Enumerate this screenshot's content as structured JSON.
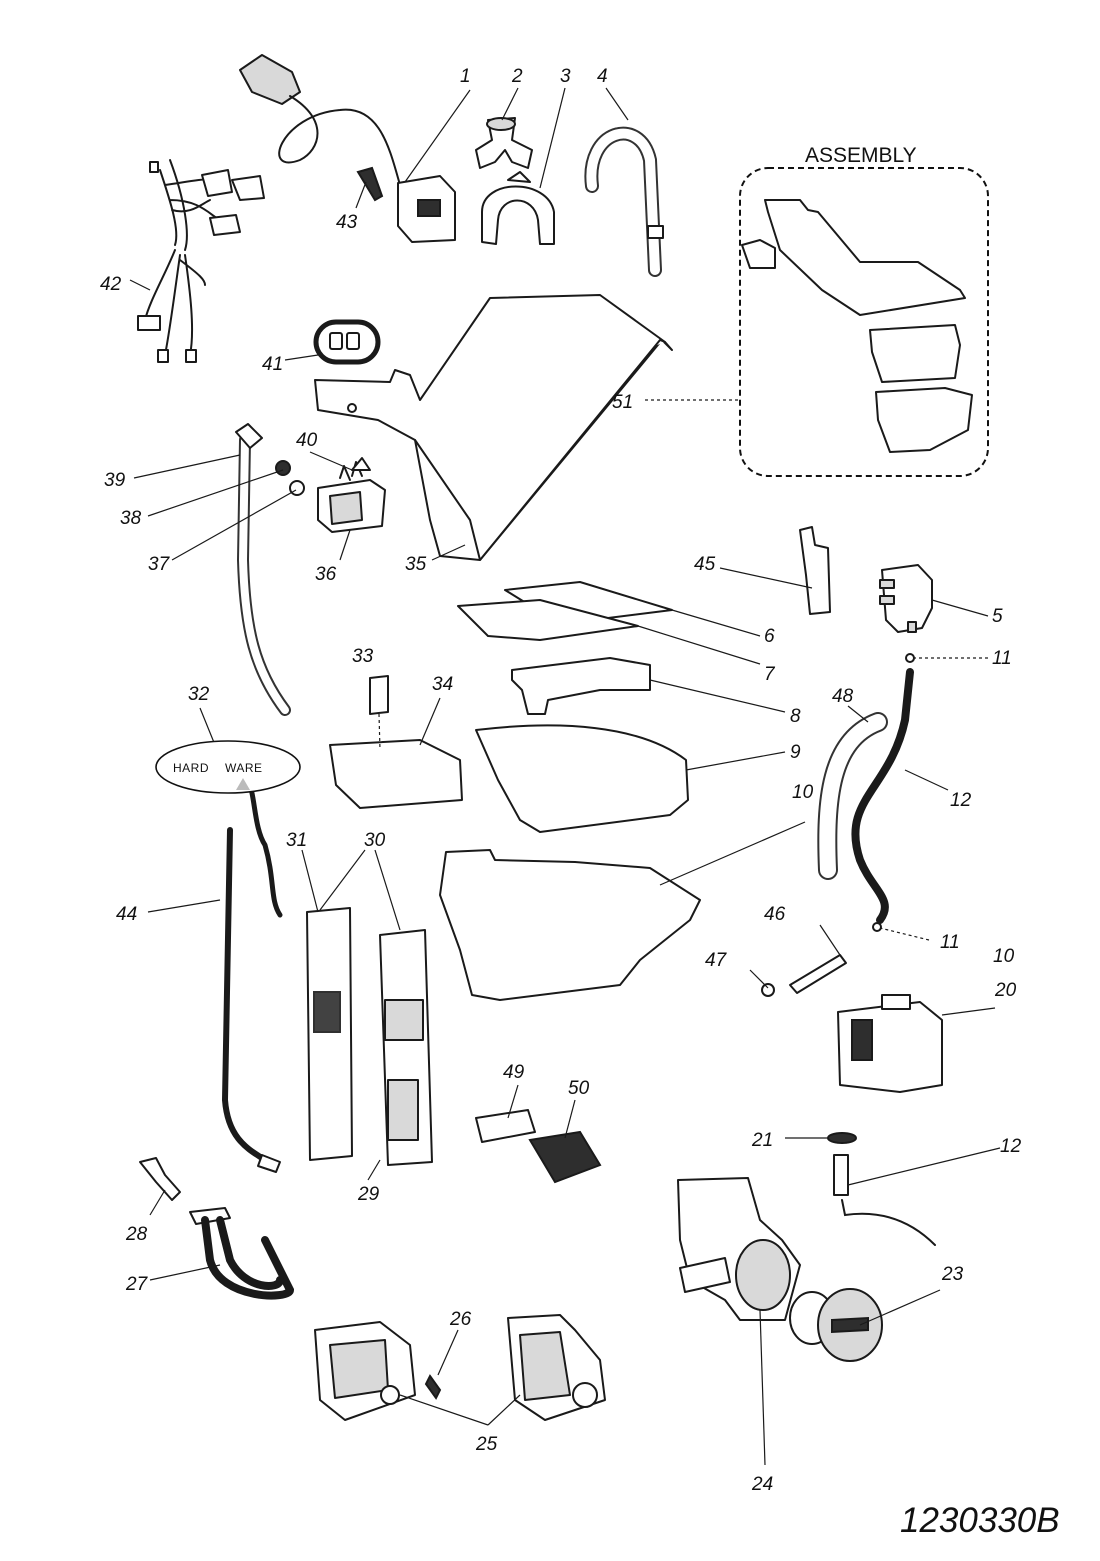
{
  "assembly_heading": "ASSEMBLY",
  "hardware_bubble": {
    "left": "HARD",
    "right": "WARE"
  },
  "document_number": "1230330B",
  "callouts": {
    "c1": "1",
    "c2": "2",
    "c3": "3",
    "c4": "4",
    "c5": "5",
    "c6": "6",
    "c7": "7",
    "c8": "8",
    "c9": "9",
    "c10a": "10",
    "c10b": "10",
    "c11a": "11",
    "c11b": "11",
    "c12a": "12",
    "c12b": "12",
    "c20": "20",
    "c21": "21",
    "c23": "23",
    "c24": "24",
    "c25": "25",
    "c26": "26",
    "c27": "27",
    "c28": "28",
    "c29": "29",
    "c30": "30",
    "c31": "31",
    "c32": "32",
    "c33": "33",
    "c34": "34",
    "c35": "35",
    "c36": "36",
    "c37": "37",
    "c38": "38",
    "c39": "39",
    "c40": "40",
    "c41": "41",
    "c42": "42",
    "c43": "43",
    "c44": "44",
    "c45": "45",
    "c46": "46",
    "c47": "47",
    "c48": "48",
    "c49": "49",
    "c50": "50",
    "c51": "51"
  }
}
